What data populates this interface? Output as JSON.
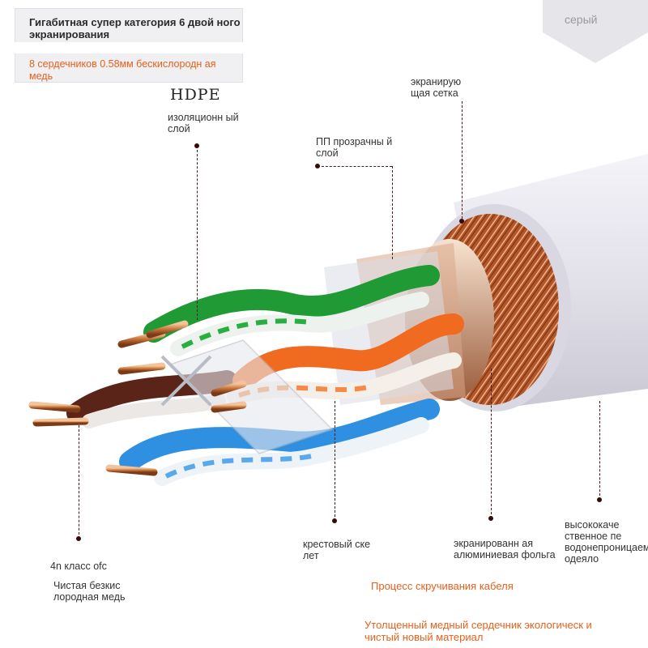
{
  "info_box": {
    "title": "Гигабитная супер категория 6 двой ного экранирования",
    "subtitle": "8 сердечников 0.58мм бескислородн ая медь"
  },
  "color_tag": {
    "label": "серый"
  },
  "labels": {
    "hdpe": "HDPE",
    "insulation": "изоляционн ый слой",
    "pp_layer": "ПП прозрачны й слой",
    "shield_mesh": "экранирую щая сетка",
    "conductor_class": "4n класс ofc",
    "pure_copper": "Чистая безкис лородная медь",
    "cross_frame": "крестовый ске лет",
    "aluminum_foil": "экранированн ая алюминиевая фольга",
    "jacket": "высококаче ственное пе водонепроницаемое одеяло"
  },
  "notes": {
    "twisting": "Процесс скручивания кабеля",
    "thick_core": "Утолщенный медный сердечник экологическ и чистый новый материал"
  },
  "colors": {
    "accent": "#e8601c",
    "jacket": "#ecebf2",
    "copper": "#c8743a",
    "green": "#22a83a",
    "orange": "#f06a20",
    "blue": "#2f8fe0",
    "brown": "#5a2418"
  }
}
